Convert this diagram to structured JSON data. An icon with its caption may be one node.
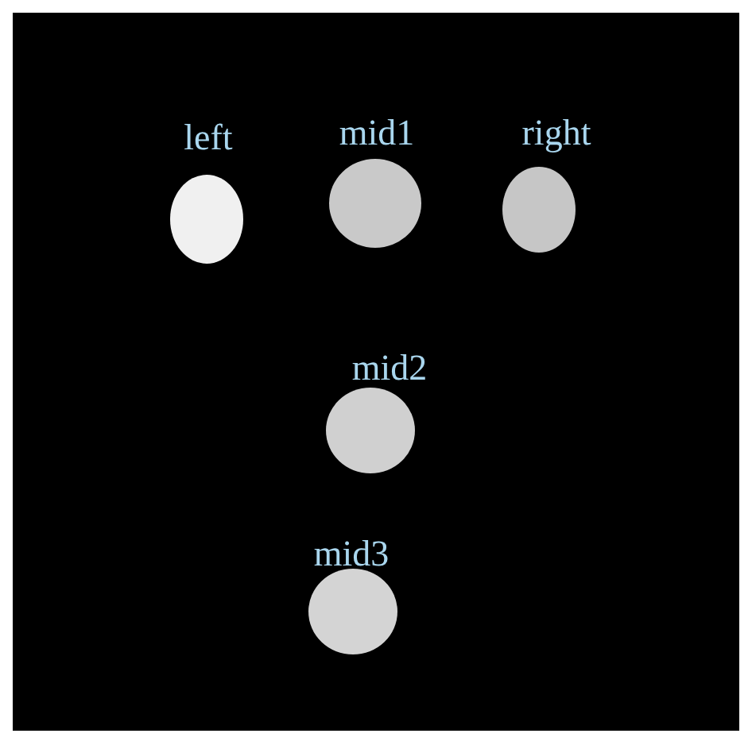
{
  "diagram": {
    "nodes": [
      {
        "text": [
          "left"
        ]
      },
      {
        "text": [
          "mid1"
        ]
      },
      {
        "text": [
          "right"
        ]
      },
      {
        "text": [
          "mid2"
        ]
      },
      {
        "text": [
          "mid3"
        ]
      }
    ]
  }
}
